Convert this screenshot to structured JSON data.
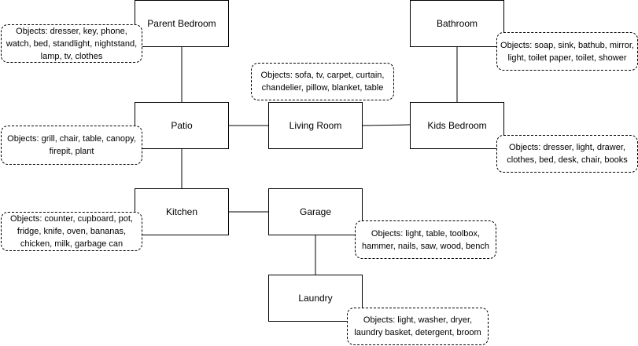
{
  "rooms": {
    "parent_bedroom": "Parent Bedroom",
    "bathroom": "Bathroom",
    "patio": "Patio",
    "living_room": "Living Room",
    "kids_bedroom": "Kids Bedroom",
    "kitchen": "Kitchen",
    "garage": "Garage",
    "laundry": "Laundry"
  },
  "objects": {
    "parent_bedroom": "Objects: dresser, key, phone, watch, bed, standlight, nightstand, lamp, tv, clothes",
    "bathroom": "Objects: soap, sink, bathub, mirror, light, toilet paper, toilet, shower",
    "living_room": "Objects: sofa, tv, carpet, curtain, chandelier, pillow, blanket, table",
    "patio": "Objects: grill, chair, table, canopy, firepit, plant",
    "kids_bedroom": "Objects: dresser, light, drawer, clothes, bed, desk, chair, books",
    "kitchen": "Objects: counter, cupboard, pot, fridge, knife, oven, bananas, chicken, milk, garbage can",
    "garage": "Objects: light, table, toolbox, hammer, nails, saw, wood, bench",
    "laundry": "Objects: light, washer, dryer, laundry basket, detergent, broom"
  },
  "connections": [
    [
      "parent_bedroom",
      "patio"
    ],
    [
      "patio",
      "living_room"
    ],
    [
      "living_room",
      "kids_bedroom"
    ],
    [
      "bathroom",
      "kids_bedroom"
    ],
    [
      "patio",
      "kitchen"
    ],
    [
      "kitchen",
      "garage"
    ],
    [
      "garage",
      "laundry"
    ]
  ],
  "colors": {
    "line": "#000000",
    "background": "#ffffff"
  }
}
